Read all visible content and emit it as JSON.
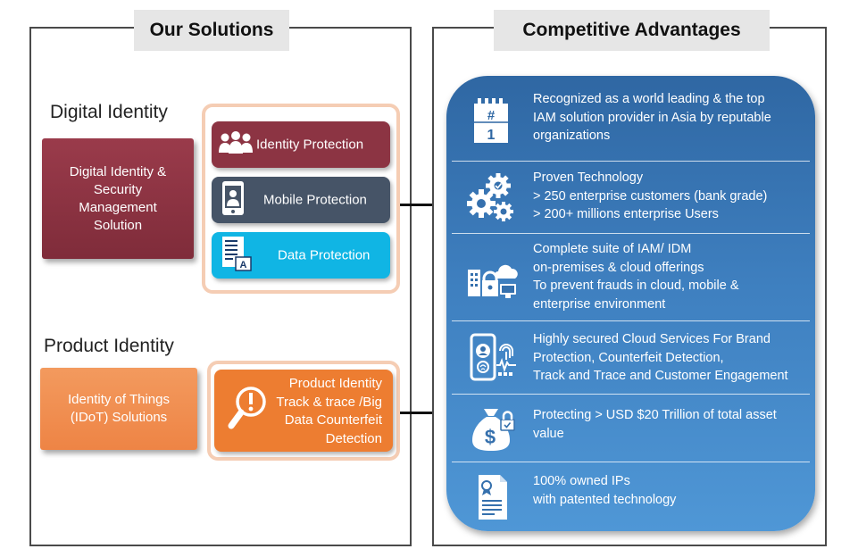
{
  "solutions": {
    "title": "Our Solutions",
    "digital_identity": {
      "heading": "Digital Identity",
      "box_lines": [
        "Digital Identity &",
        "Security",
        "Management",
        "Solution"
      ],
      "items": [
        {
          "label": "Identity Protection",
          "icon": "people-icon",
          "color": "#8c3443"
        },
        {
          "label": "Mobile Protection",
          "icon": "mobile-phone-icon",
          "color": "#465467"
        },
        {
          "label": "Data Protection",
          "icon": "document-icon",
          "color": "#10b5e4"
        }
      ]
    },
    "product_identity": {
      "heading": "Product Identity",
      "box_lines": [
        "Identity of Things",
        "(IDoT) Solutions"
      ],
      "item_lines": [
        "Product  Identity",
        "Track & trace /Big",
        "Data Counterfeit",
        "Detection"
      ],
      "item_icon": "magnifier-alert-icon",
      "item_color": "#ed7d31"
    }
  },
  "advantages": {
    "title": "Competitive Advantages",
    "rows": [
      {
        "icon": "calendar-rank-icon",
        "lines": [
          "Recognized as a world leading & the top",
          "IAM solution provider in Asia by reputable",
          "organizations"
        ]
      },
      {
        "icon": "gears-icon",
        "lines": [
          "Proven Technology",
          "> 250  enterprise customers (bank grade)",
          "> 200+ millions enterprise Users"
        ]
      },
      {
        "icon": "cloud-enterprise-icon",
        "lines": [
          "Complete suite of IAM/ IDM",
          "on-premises & cloud offerings",
          "To prevent frauds in cloud, mobile &",
          "enterprise environment"
        ]
      },
      {
        "icon": "mobile-biometric-icon",
        "lines": [
          "Highly secured Cloud Services For Brand",
          "Protection, Counterfeit Detection,",
          "Track and Trace and Customer Engagement"
        ]
      },
      {
        "icon": "money-bag-lock-icon",
        "lines": [
          "Protecting > USD $20 Trillion of total asset",
          "value"
        ]
      },
      {
        "icon": "certificate-icon",
        "lines": [
          "100% owned IPs",
          "with patented technology"
        ]
      }
    ]
  },
  "colors": {
    "digital_box": "#8c3443",
    "product_box": "#f08a4b",
    "bracket": "#f5cdb4",
    "card_top": "#2f67a3",
    "card_bottom": "#4f97d6"
  }
}
